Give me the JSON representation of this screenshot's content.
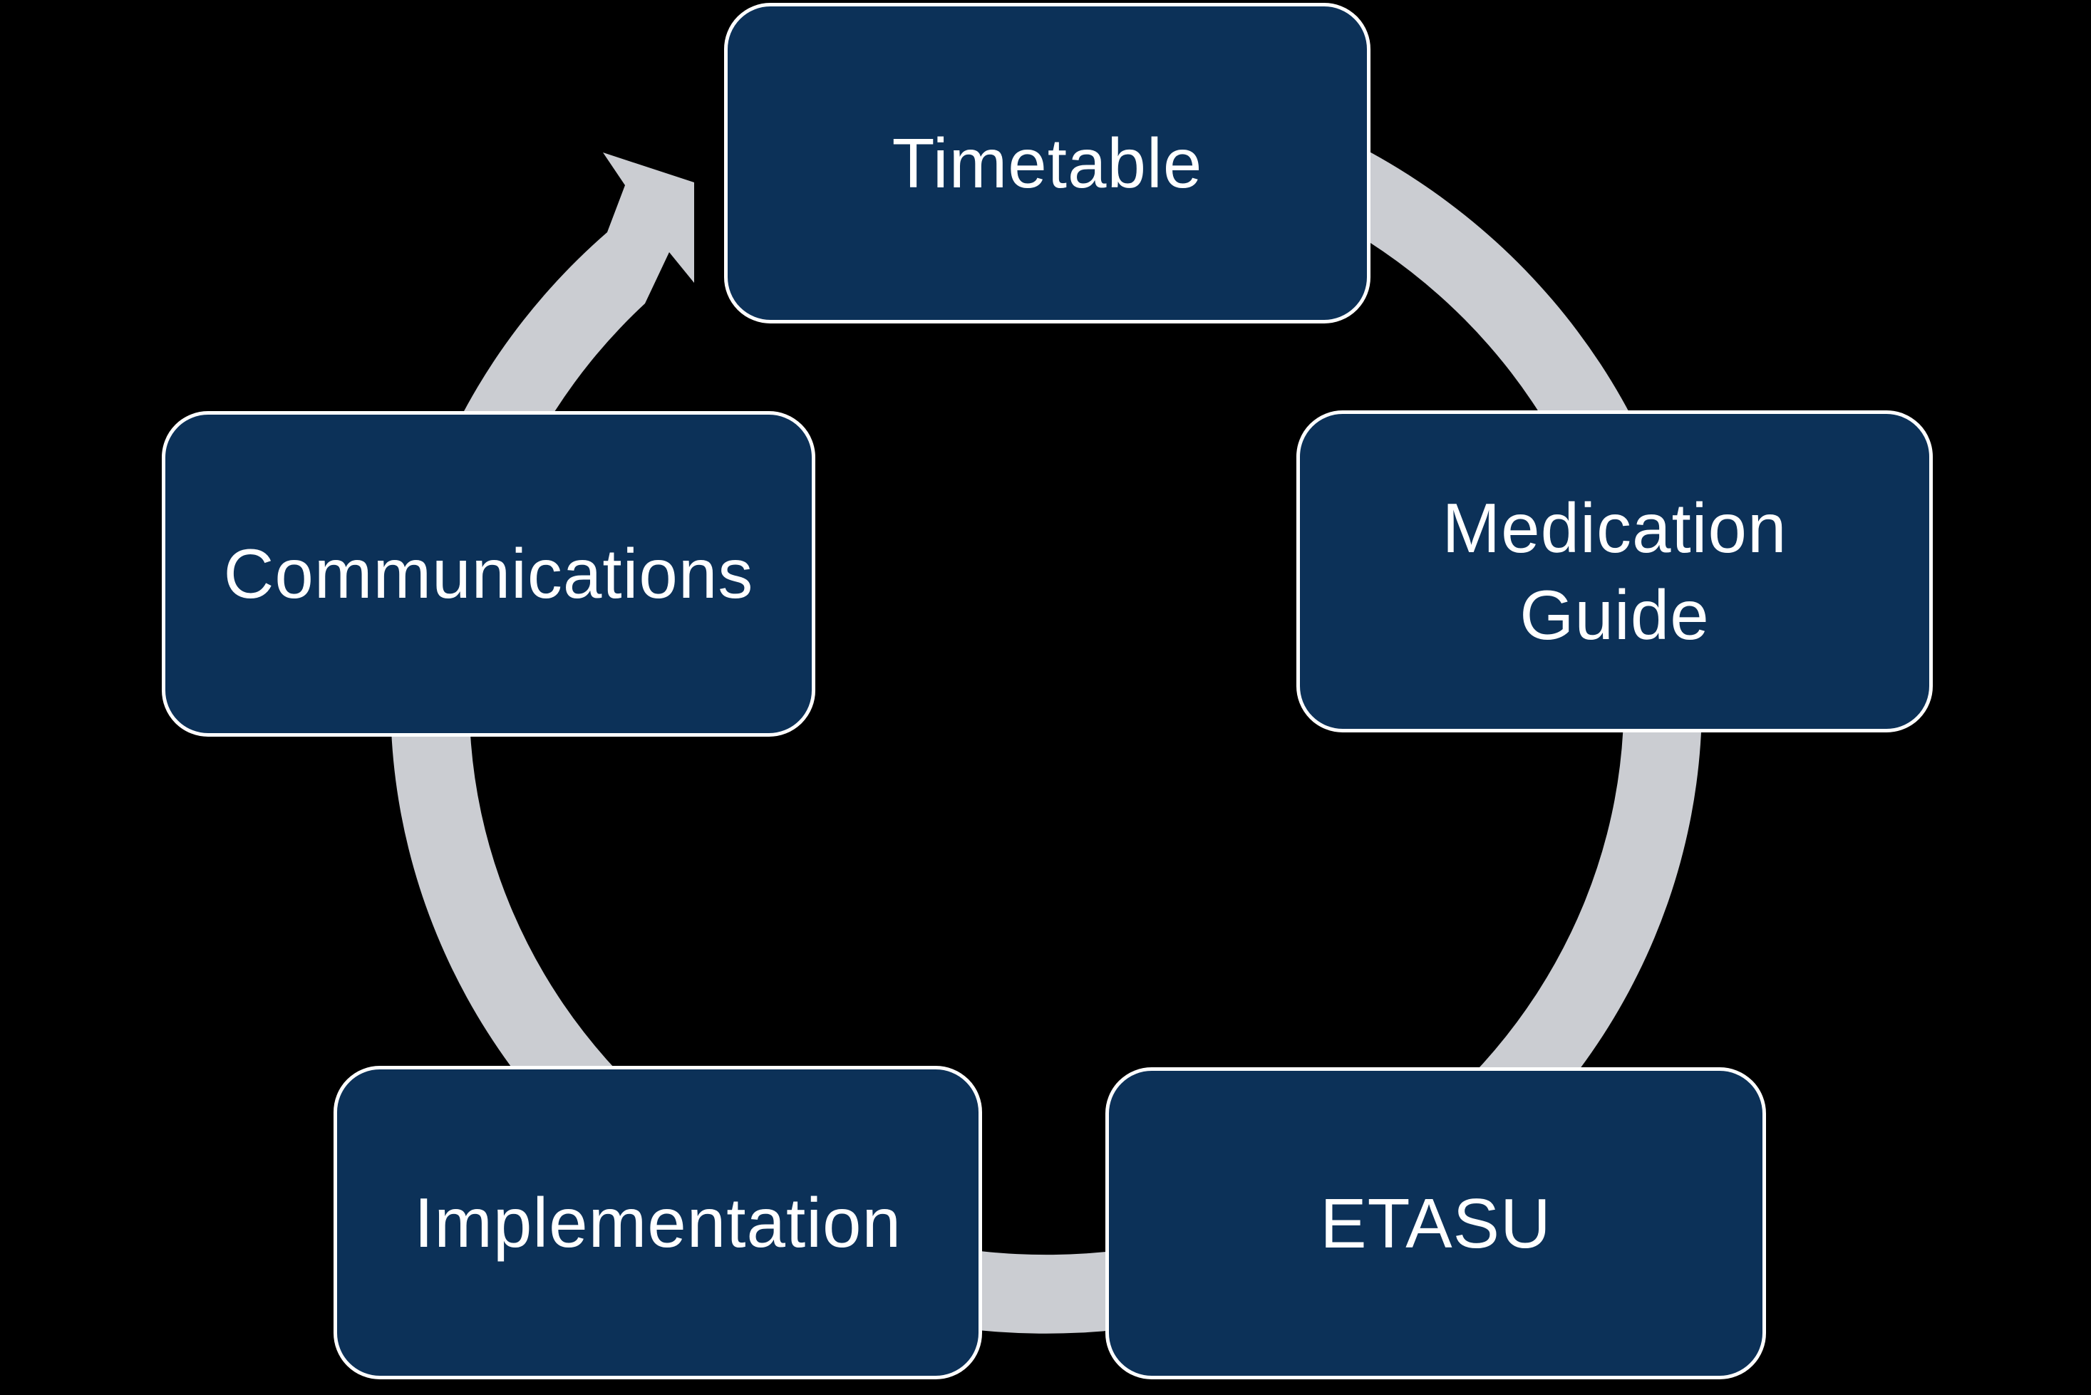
{
  "diagram": {
    "type": "cycle",
    "direction": "clockwise",
    "colors": {
      "background": "#000000",
      "node_fill": "#0C3158",
      "node_border": "#FFFFFF",
      "ring": "#CBCDD2",
      "text": "#FFFFFF"
    },
    "nodes": [
      {
        "id": "timetable",
        "label": "Timetable"
      },
      {
        "id": "medication-guide",
        "label": "Medication\nGuide"
      },
      {
        "id": "etasu",
        "label": "ETASU"
      },
      {
        "id": "implementation",
        "label": "Implementation"
      },
      {
        "id": "communications",
        "label": "Communications"
      }
    ]
  }
}
